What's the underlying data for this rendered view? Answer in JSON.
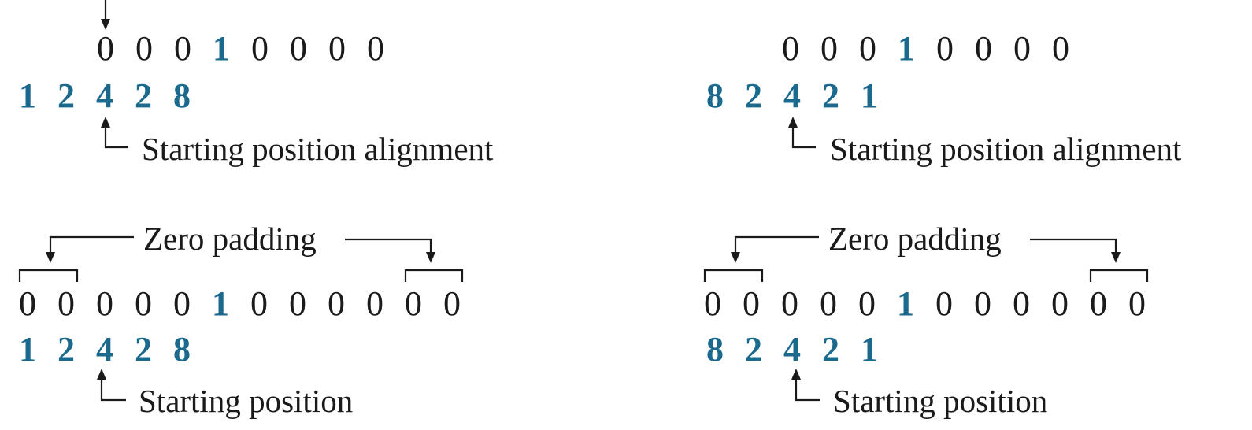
{
  "panels": [
    {
      "id": "top-left",
      "signal": [
        "0",
        "0",
        "0",
        "1",
        "0",
        "0",
        "0",
        "0"
      ],
      "kernel": [
        "1",
        "2",
        "4",
        "2",
        "8"
      ],
      "caption": "Starting position alignment"
    },
    {
      "id": "top-right",
      "signal": [
        "0",
        "0",
        "0",
        "1",
        "0",
        "0",
        "0",
        "0"
      ],
      "kernel": [
        "8",
        "2",
        "4",
        "2",
        "1"
      ],
      "caption": "Starting position alignment"
    },
    {
      "id": "bottom-left",
      "padding_label": "Zero padding",
      "signal": [
        "0",
        "0",
        "0",
        "0",
        "0",
        "1",
        "0",
        "0",
        "0",
        "0",
        "0",
        "0"
      ],
      "kernel": [
        "1",
        "2",
        "4",
        "2",
        "8"
      ],
      "caption": "Starting position"
    },
    {
      "id": "bottom-right",
      "padding_label": "Zero padding",
      "signal": [
        "0",
        "0",
        "0",
        "0",
        "0",
        "1",
        "0",
        "0",
        "0",
        "0",
        "0",
        "0"
      ],
      "kernel": [
        "8",
        "2",
        "4",
        "2",
        "1"
      ],
      "caption": "Starting position"
    }
  ],
  "colors": {
    "highlight": "#1b6a8e",
    "text": "#1a1a1a",
    "background": "#ffffff"
  },
  "highlight_value": "1"
}
